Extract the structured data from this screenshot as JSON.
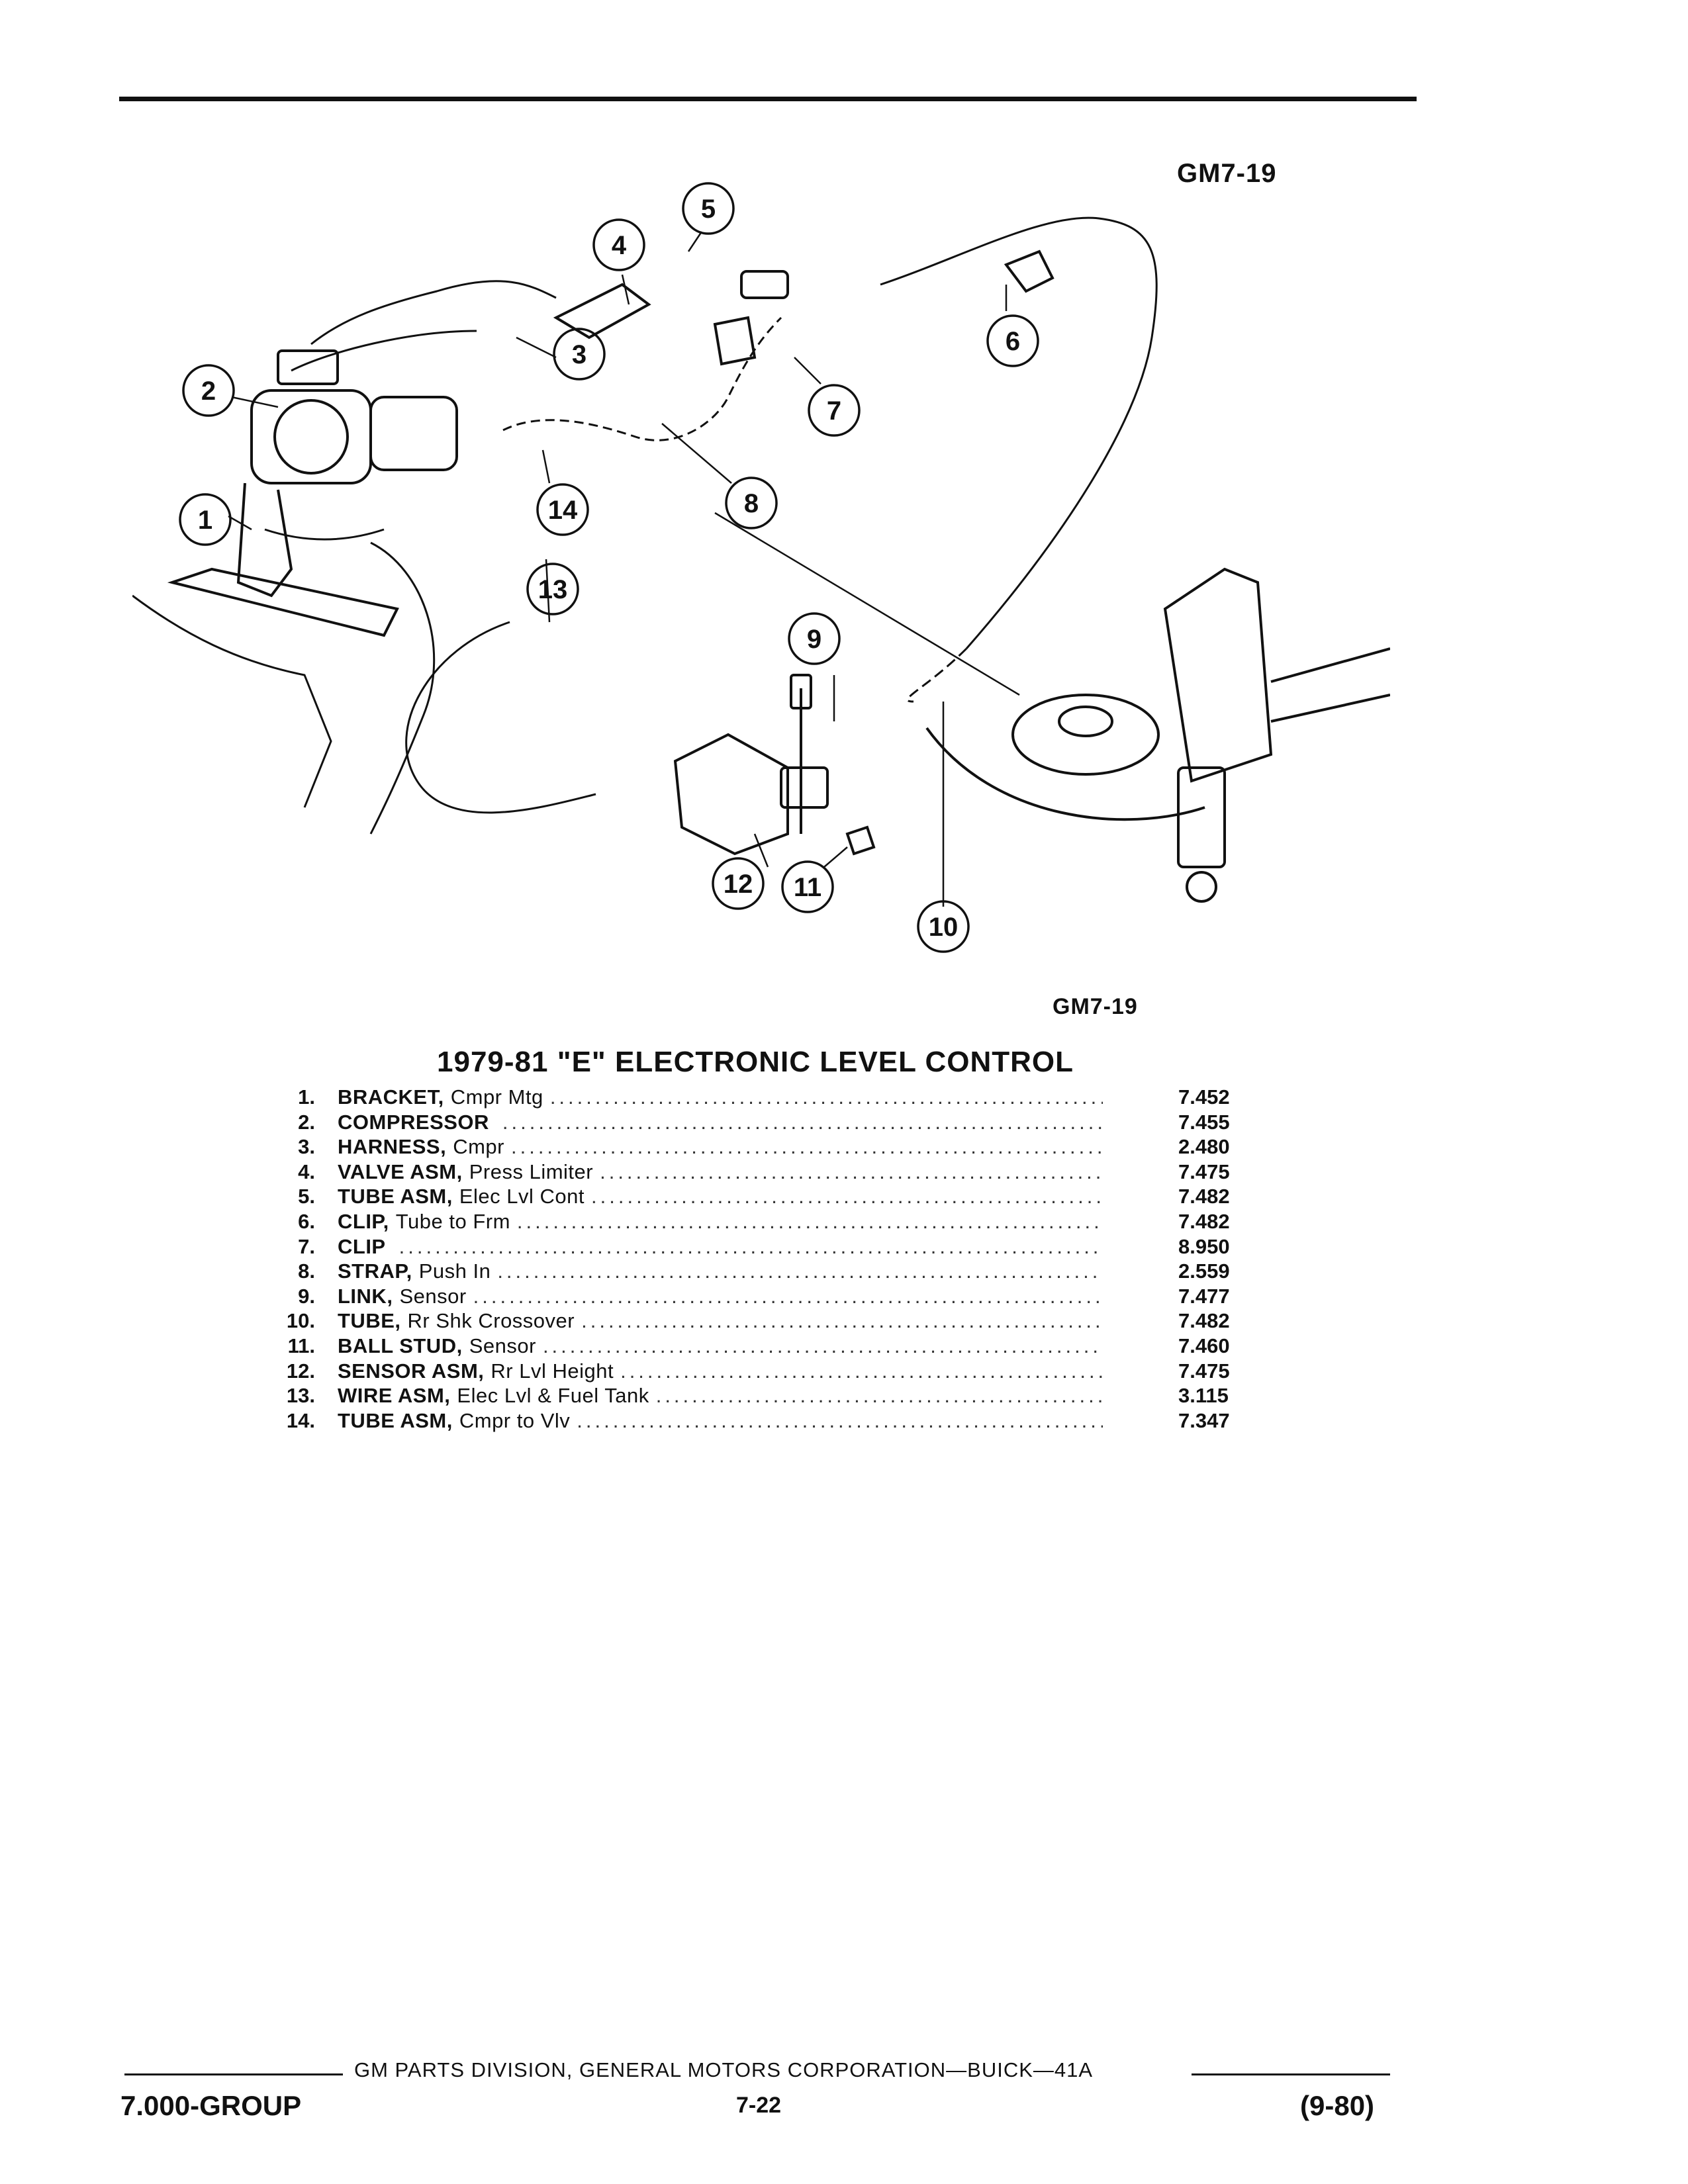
{
  "figure": {
    "id_top": "GM7-19",
    "id_bottom": "GM7-19"
  },
  "callouts": [
    "1",
    "2",
    "3",
    "4",
    "5",
    "6",
    "7",
    "8",
    "9",
    "10",
    "11",
    "12",
    "13",
    "14"
  ],
  "section": {
    "title": "1979-81 \"E\" ELECTRONIC LEVEL CONTROL"
  },
  "parts": [
    {
      "num": "1.",
      "name": "BRACKET,",
      "desc": "Cmpr Mtg",
      "code": "7.452"
    },
    {
      "num": "2.",
      "name": "COMPRESSOR",
      "desc": "",
      "code": "7.455"
    },
    {
      "num": "3.",
      "name": "HARNESS,",
      "desc": "Cmpr",
      "code": "2.480"
    },
    {
      "num": "4.",
      "name": "VALVE ASM,",
      "desc": "Press Limiter",
      "code": "7.475"
    },
    {
      "num": "5.",
      "name": "TUBE ASM,",
      "desc": "Elec Lvl Cont",
      "code": "7.482"
    },
    {
      "num": "6.",
      "name": "CLIP,",
      "desc": "Tube to Frm",
      "code": "7.482"
    },
    {
      "num": "7.",
      "name": "CLIP",
      "desc": "",
      "code": "8.950"
    },
    {
      "num": "8.",
      "name": "STRAP,",
      "desc": "Push In",
      "code": "2.559"
    },
    {
      "num": "9.",
      "name": "LINK,",
      "desc": "Sensor",
      "code": "7.477"
    },
    {
      "num": "10.",
      "name": "TUBE,",
      "desc": "Rr Shk Crossover",
      "code": "7.482"
    },
    {
      "num": "11.",
      "name": "BALL STUD,",
      "desc": "Sensor",
      "code": "7.460"
    },
    {
      "num": "12.",
      "name": "SENSOR ASM,",
      "desc": "Rr Lvl Height",
      "code": "7.475"
    },
    {
      "num": "13.",
      "name": "WIRE ASM,",
      "desc": "Elec Lvl & Fuel Tank",
      "code": "3.115"
    },
    {
      "num": "14.",
      "name": "TUBE ASM,",
      "desc": "Cmpr to Vlv",
      "code": "7.347"
    }
  ],
  "footer": {
    "center": "GM PARTS DIVISION, GENERAL MOTORS CORPORATION—BUICK—41A",
    "group": "7.000-GROUP",
    "page": "7-22",
    "date": "(9-80)"
  }
}
